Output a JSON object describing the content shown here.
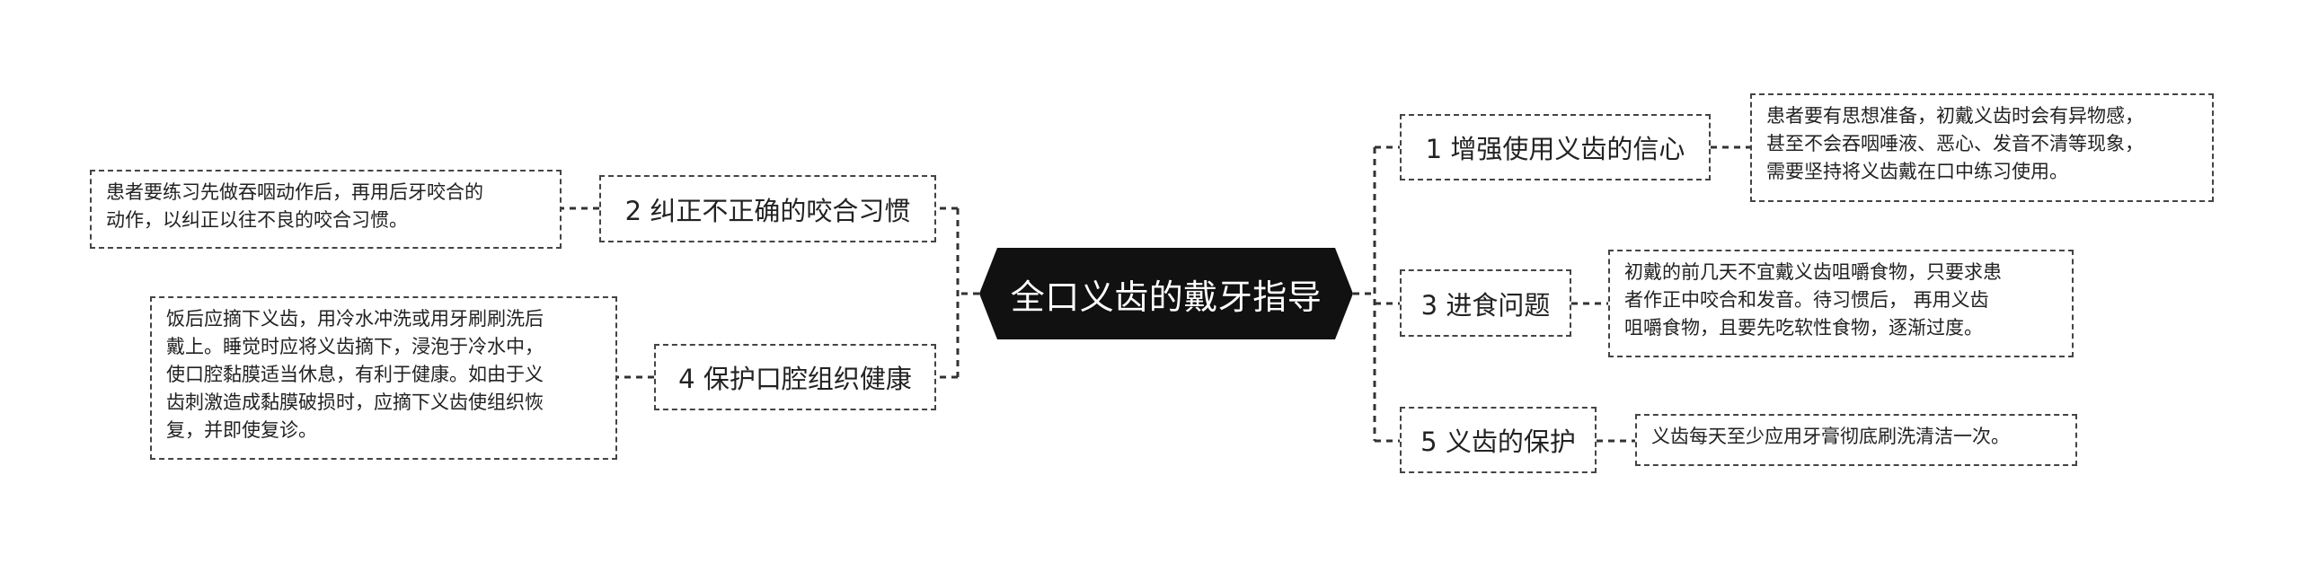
{
  "center": {
    "title": "全口义齿的戴牙指导"
  },
  "right": [
    {
      "topic": "1 增强使用义齿的信心",
      "detail": [
        "患者要有思想准备，初戴义齿时会有异物感，",
        "甚至不会吞咽唾液、恶心、发音不清等现象，",
        "需要坚持将义齿戴在口中练习使用。"
      ]
    },
    {
      "topic": "3 进食问题",
      "detail": [
        "初戴的前几天不宜戴义齿咀嚼食物，只要求患",
        "者作正中咬合和发音。待习惯后， 再用义齿",
        "咀嚼食物，且要先吃软性食物，逐渐过度。"
      ]
    },
    {
      "topic": "5 义齿的保护",
      "detail": [
        "义齿每天至少应用牙膏彻底刷洗清洁一次。"
      ]
    }
  ],
  "left": [
    {
      "topic": "2 纠正不正确的咬合习惯",
      "detail": [
        "患者要练习先做吞咽动作后，再用后牙咬合的",
        "动作，以纠正以往不良的咬合习惯。"
      ]
    },
    {
      "topic": "4 保护口腔组织健康",
      "detail": [
        "饭后应摘下义齿，用冷水冲洗或用牙刷刷洗后",
        "戴上。睡觉时应将义齿摘下，浸泡于冷水中，",
        "使口腔黏膜适当休息，有利于健康。如由于义",
        "齿刺激造成黏膜破损时，应摘下义齿使组织恢",
        "复，并即使复诊。"
      ]
    }
  ],
  "colors": {
    "center_fill": "#111111",
    "center_text": "#ffffff",
    "border": "#444444",
    "connector": "#333333"
  }
}
